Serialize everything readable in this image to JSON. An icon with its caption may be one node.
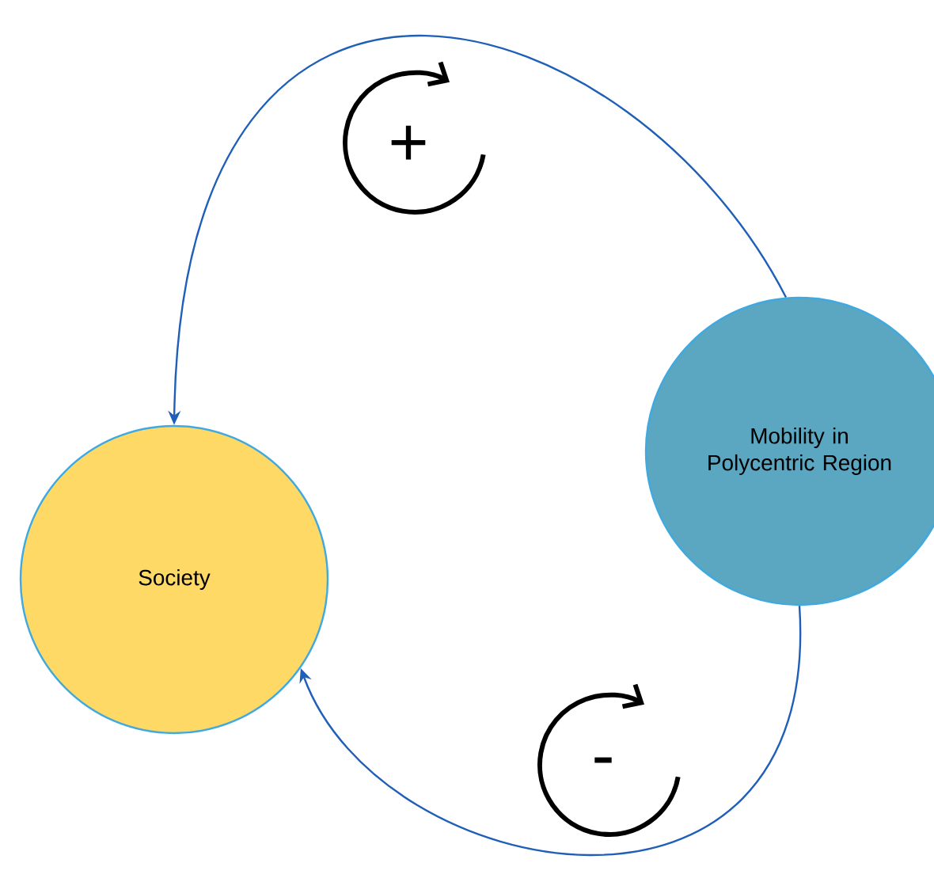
{
  "diagram": {
    "nodes": [
      {
        "text": [
          "Society"
        ]
      },
      {
        "text": [
          "Mobility in Polycentric Region"
        ]
      }
    ],
    "edges": [
      {
        "from": 1,
        "to": 0,
        "arrow": "to"
      },
      {
        "from": 1,
        "to": 0,
        "arrow": "to"
      }
    ],
    "labels": [
      "+",
      "-"
    ]
  }
}
